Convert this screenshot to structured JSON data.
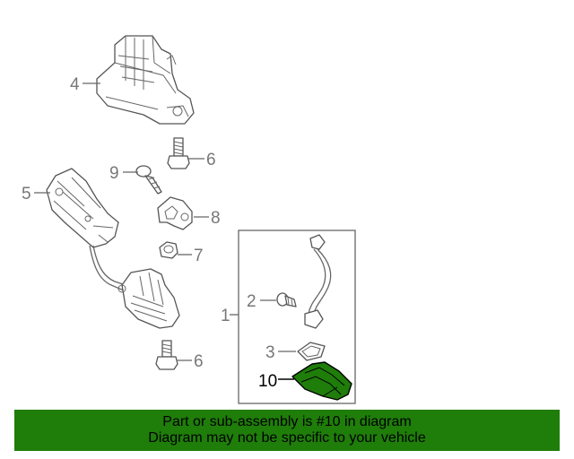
{
  "diagram": {
    "callouts": [
      {
        "id": "4",
        "label": "4"
      },
      {
        "id": "6a",
        "label": "6"
      },
      {
        "id": "9",
        "label": "9"
      },
      {
        "id": "5",
        "label": "5"
      },
      {
        "id": "8",
        "label": "8"
      },
      {
        "id": "7",
        "label": "7"
      },
      {
        "id": "6b",
        "label": "6"
      },
      {
        "id": "1",
        "label": "1"
      },
      {
        "id": "2",
        "label": "2"
      },
      {
        "id": "3",
        "label": "3"
      },
      {
        "id": "10",
        "label": "10"
      }
    ],
    "highlight_color": "#1f7d0a"
  },
  "banner": {
    "line1": "Part or sub-assembly is #10 in diagram",
    "line2": "Diagram may not be specific to your vehicle",
    "background": "#1f7d0a"
  }
}
